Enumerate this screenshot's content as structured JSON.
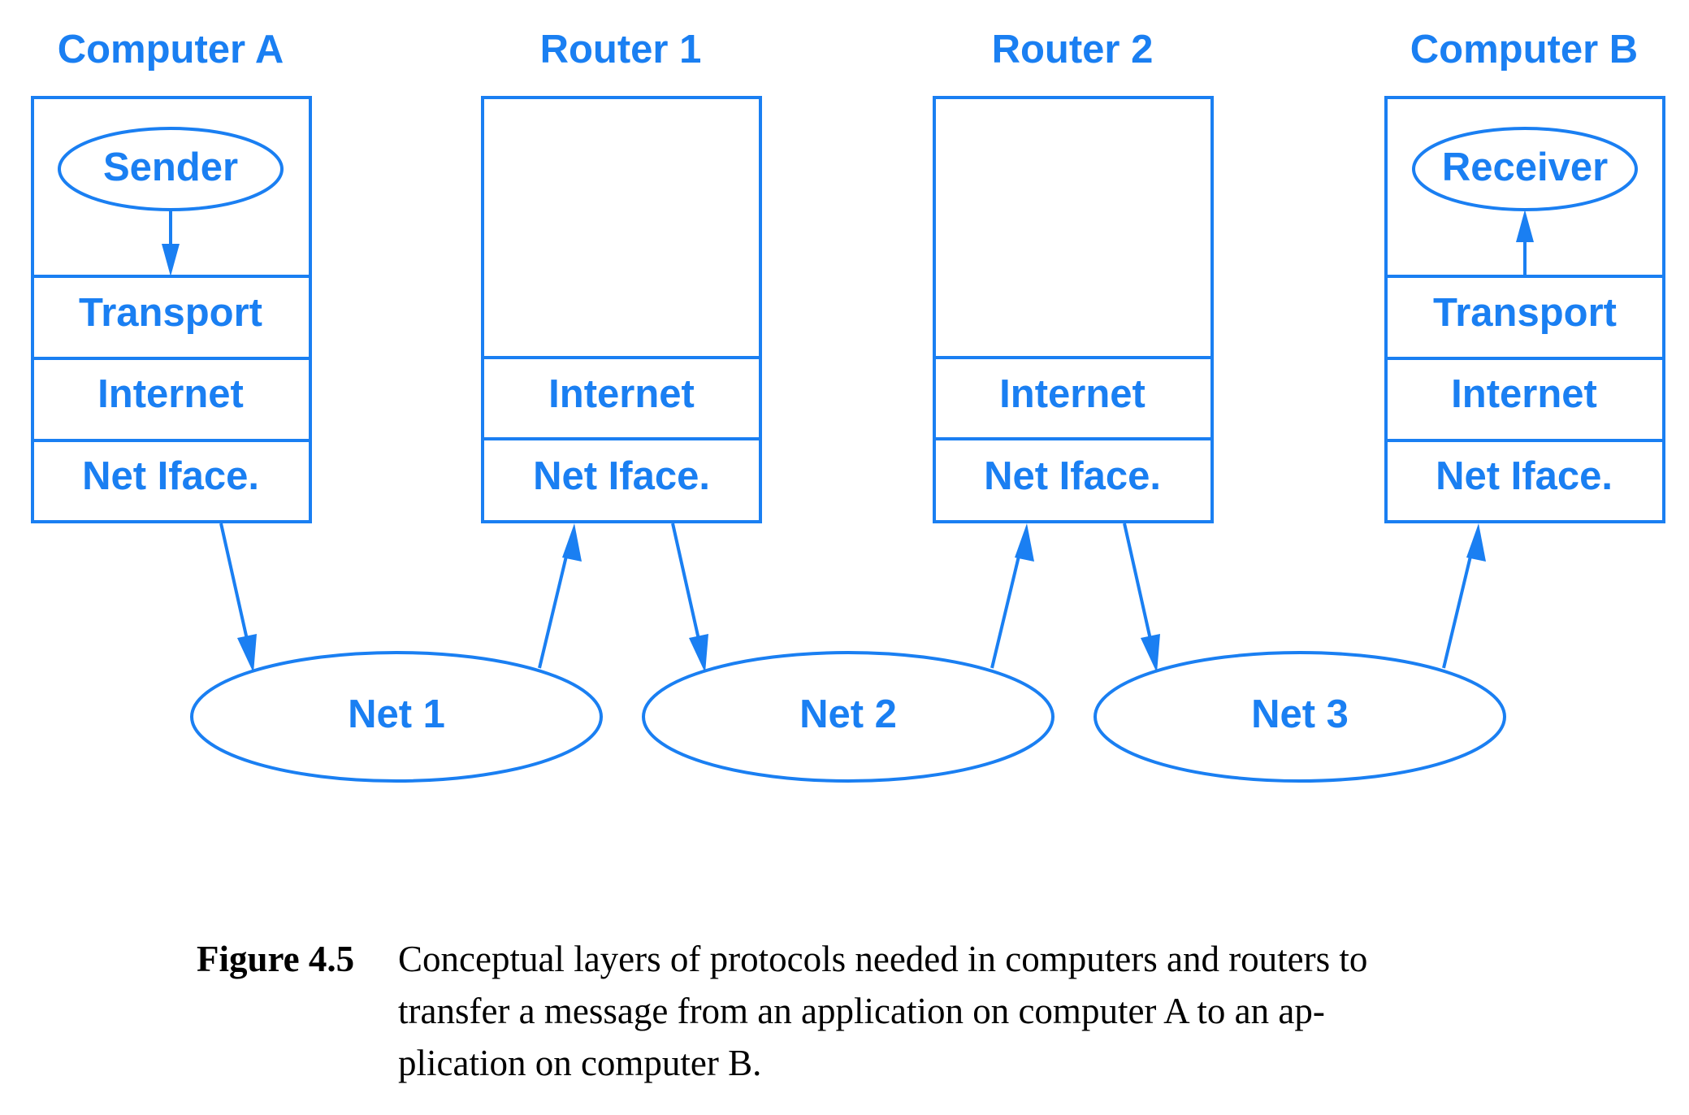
{
  "nodes": {
    "computer_a": {
      "title": "Computer A",
      "app": "Sender",
      "layers": [
        "Transport",
        "Internet",
        "Net Iface."
      ]
    },
    "router_1": {
      "title": "Router 1",
      "layers": [
        "Internet",
        "Net Iface."
      ]
    },
    "router_2": {
      "title": "Router 2",
      "layers": [
        "Internet",
        "Net Iface."
      ]
    },
    "computer_b": {
      "title": "Computer B",
      "app": "Receiver",
      "layers": [
        "Transport",
        "Internet",
        "Net Iface."
      ]
    }
  },
  "networks": [
    "Net 1",
    "Net 2",
    "Net 3"
  ],
  "caption": {
    "number": "Figure 4.5",
    "line1": "Conceptual layers of protocols needed in computers and routers to",
    "line2": "transfer a message from an application on computer A to an ap-",
    "line3": "plication on computer B."
  },
  "colors": {
    "accent": "#1a7ff2"
  }
}
